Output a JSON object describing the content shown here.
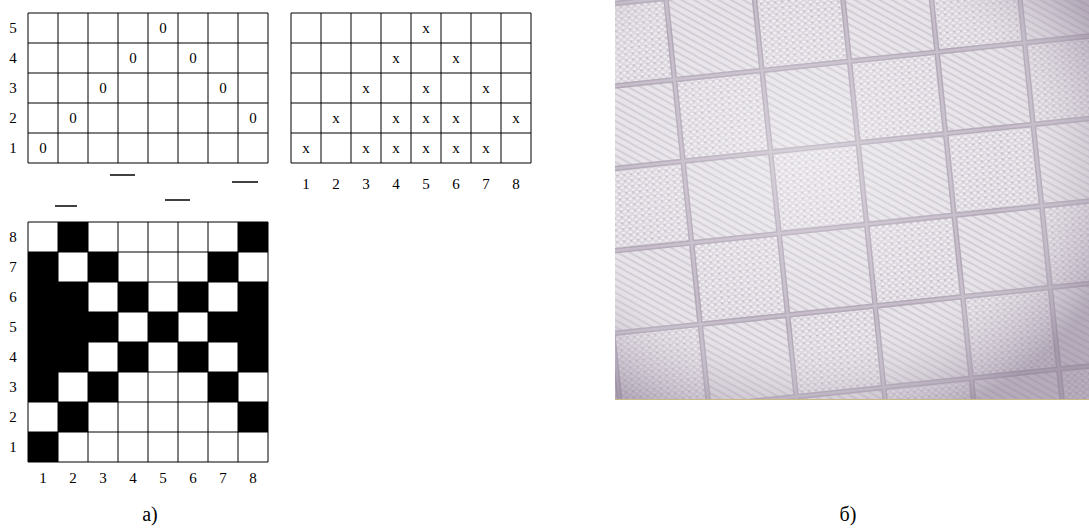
{
  "diagram": {
    "labels": [
      "5",
      "4",
      "3",
      "2",
      "1",
      "0",
      "0",
      "0",
      "0",
      "0",
      "0",
      "0",
      "0",
      "x",
      "x",
      "x",
      "x",
      "x",
      "x",
      "x",
      "x",
      "x",
      "x",
      "x",
      "x",
      "x",
      "x",
      "x",
      "x",
      "x",
      "1",
      "2",
      "3",
      "4",
      "5",
      "6",
      "7",
      "8",
      "8",
      "7",
      "6",
      "5",
      "4",
      "3",
      "2",
      "1",
      "1",
      "2",
      "3",
      "4",
      "5",
      "6",
      "7",
      "8",
      "а)",
      "б)"
    ]
  }
}
